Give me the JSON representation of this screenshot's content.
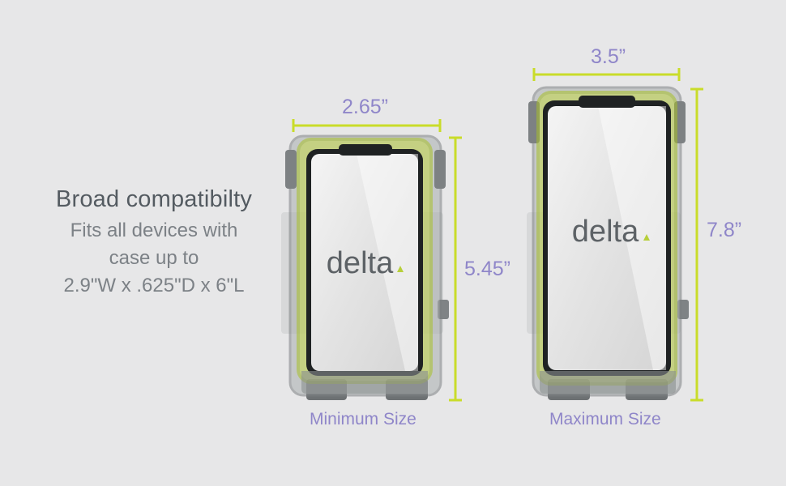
{
  "headline": "Broad compatibilty",
  "subtext": {
    "line1": "Fits all devices with",
    "line2": "case up to",
    "line3": "2.9\"W x .625\"D x 6\"L"
  },
  "min_holder": {
    "width_label": "2.65”",
    "height_label": "5.45”",
    "caption": "Minimum Size",
    "brand": "delta"
  },
  "max_holder": {
    "width_label": "3.5”",
    "height_label": "7.8”",
    "caption": "Maximum Size",
    "brand": "delta"
  },
  "colors": {
    "background": "#e7e7e8",
    "dimension_line": "#c9dc2a",
    "dimension_text": "#8f86c9",
    "frame_green": "#b7cf3a",
    "frame_gray": "#8b8f90"
  }
}
